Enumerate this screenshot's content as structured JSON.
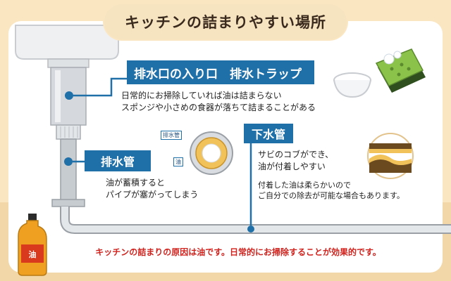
{
  "title": "キッチンの詰まりやすい場所",
  "drain_inlet": {
    "label": "排水口の入り口　排水トラップ",
    "note_line1": "日常的にお掃除していれば油は詰まらない",
    "note_line2": "スポンジや小さめの食器が落ちて詰まることがある"
  },
  "drain_pipe": {
    "label": "排水管",
    "note_line1": "油が蓄積すると",
    "note_line2": "パイプが塞がってしまう"
  },
  "cross_section": {
    "tag_pipe": "排水管",
    "tag_oil": "油"
  },
  "sewer_pipe": {
    "label": "下水管",
    "note_line1": "サビのコブができ、",
    "note_line2": "油が付着しやすい",
    "note_line3": "付着した油は柔らかいので",
    "note_line4": "ご自分での除去が可能な場合もあります。"
  },
  "bottle_label": "油",
  "footer_text": "キッチンの詰まりの原因は油です。日常的にお掃除することが効果的です。",
  "colors": {
    "background": "#fbe6c2",
    "label_blue": "#1f6fa8",
    "pipe_gray": "#9aa0a6",
    "footer_red": "#d0231e"
  }
}
